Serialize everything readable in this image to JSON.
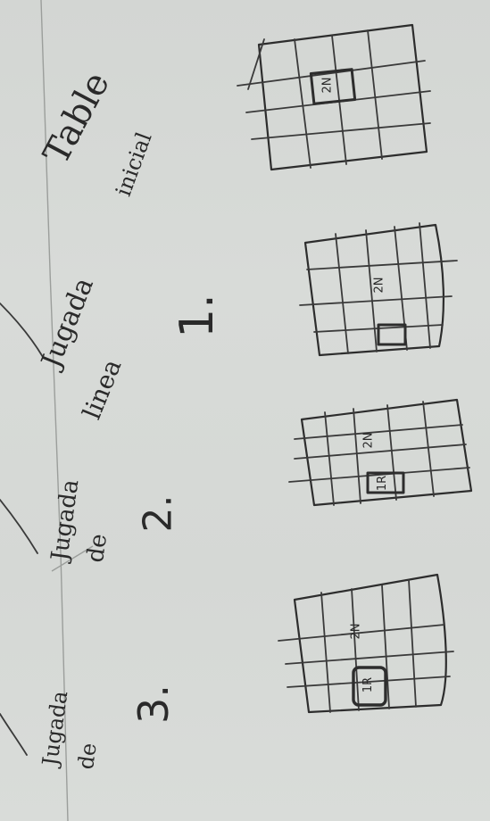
{
  "labels": {
    "table_inicial_line1": "Table",
    "table_inicial_line2": "inicial",
    "step1_line1": "Jugada",
    "step1_line2": "linea",
    "step2_line1": "Jugada",
    "step2_line2": "de",
    "step3_line1": "Jugada",
    "step3_line2": "de"
  },
  "steps": {
    "one": "1.",
    "two": "2.",
    "three": "3."
  },
  "grid_marks": {
    "g0_piece": "2N",
    "g1_piece": "2N",
    "g2_piece": "2N",
    "g2_highlight": "1R",
    "g3_piece": "2N",
    "g3_highlight": "1R"
  }
}
